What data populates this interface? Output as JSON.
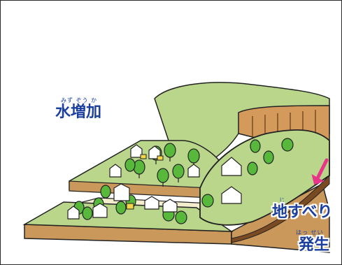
{
  "labels": {
    "water_increase": {
      "text": "水増加",
      "ruby": "みず ぞう か"
    },
    "landslide": {
      "text": "地すべり",
      "ruby": "じ"
    },
    "occurrence": {
      "text": "発生",
      "ruby": "はっ せい"
    }
  },
  "colors": {
    "grass": "#b9d68a",
    "soil": "#c9985a",
    "soil_dark": "#7a4a22",
    "label_text": "#1b3f9e",
    "arrow": "#e8348a",
    "tree": "#57b83c",
    "outline": "#222222"
  },
  "icons": {
    "movement_arrow": "pink-arrow-down-left"
  }
}
